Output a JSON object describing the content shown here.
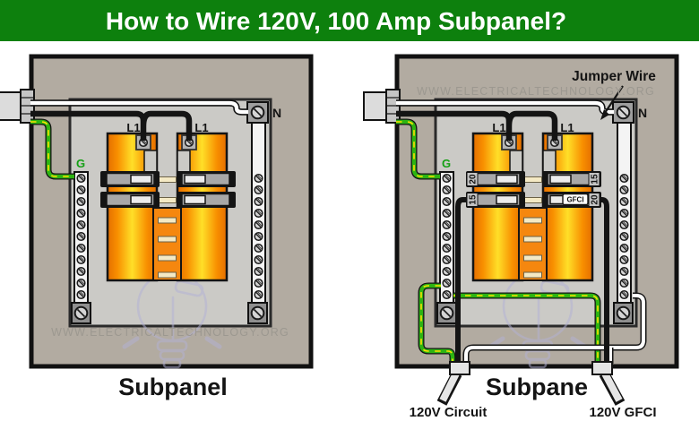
{
  "header": {
    "title": "How to Wire 120V, 100 Amp Subpanel?"
  },
  "watermark": "WWW.ELECTRICALTECHNOLOGY.ORG",
  "panels": {
    "left": {
      "caption": "Subpanel",
      "line_label": "L1",
      "neutral_label": "N",
      "ground_label": "G"
    },
    "right": {
      "caption": "Subpane",
      "line_label": "L1",
      "neutral_label": "N",
      "ground_label": "G",
      "jumper_label": "Jumper Wire",
      "breakers": {
        "top_left": "20",
        "bottom_left": "15",
        "top_right": "15",
        "bottom_right": "20",
        "gfci": "GFCI"
      },
      "outputs": {
        "left": "120V Circuit",
        "right": "120V GFCI"
      }
    }
  },
  "colors": {
    "header_green": "#0d800d",
    "panel_gray": "#b2aba1",
    "inner_gray": "#cbcac6",
    "busbar_orange": "#f5870f",
    "busbar_yellow": "#ffdf28",
    "wire_black": "#141414",
    "wire_white": "#ffffff",
    "wire_green": "#2db412",
    "wire_stripe_yellow": "#ffe000",
    "ground_label_green": "#14a014",
    "watermark_gray": "#9c9890",
    "bulb_lavender": "#b3b1d6",
    "terminal_cream": "#f4e9c4"
  }
}
